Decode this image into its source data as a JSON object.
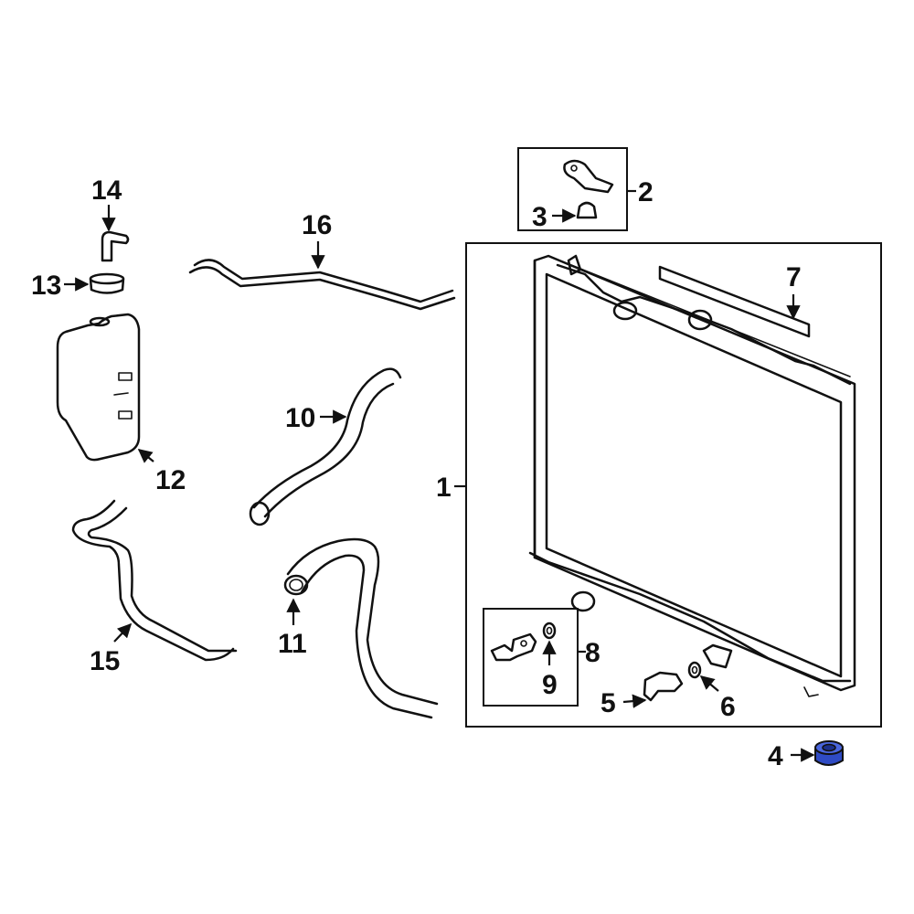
{
  "diagram": {
    "highlight_color": "#2f4bc4",
    "line_color": "#111111",
    "background": "#ffffff",
    "callouts": {
      "c1": "1",
      "c2": "2",
      "c3": "3",
      "c4": "4",
      "c5": "5",
      "c6": "6",
      "c7": "7",
      "c8": "8",
      "c9": "9",
      "c10": "10",
      "c11": "11",
      "c12": "12",
      "c13": "13",
      "c14": "14",
      "c15": "15",
      "c16": "16"
    }
  }
}
